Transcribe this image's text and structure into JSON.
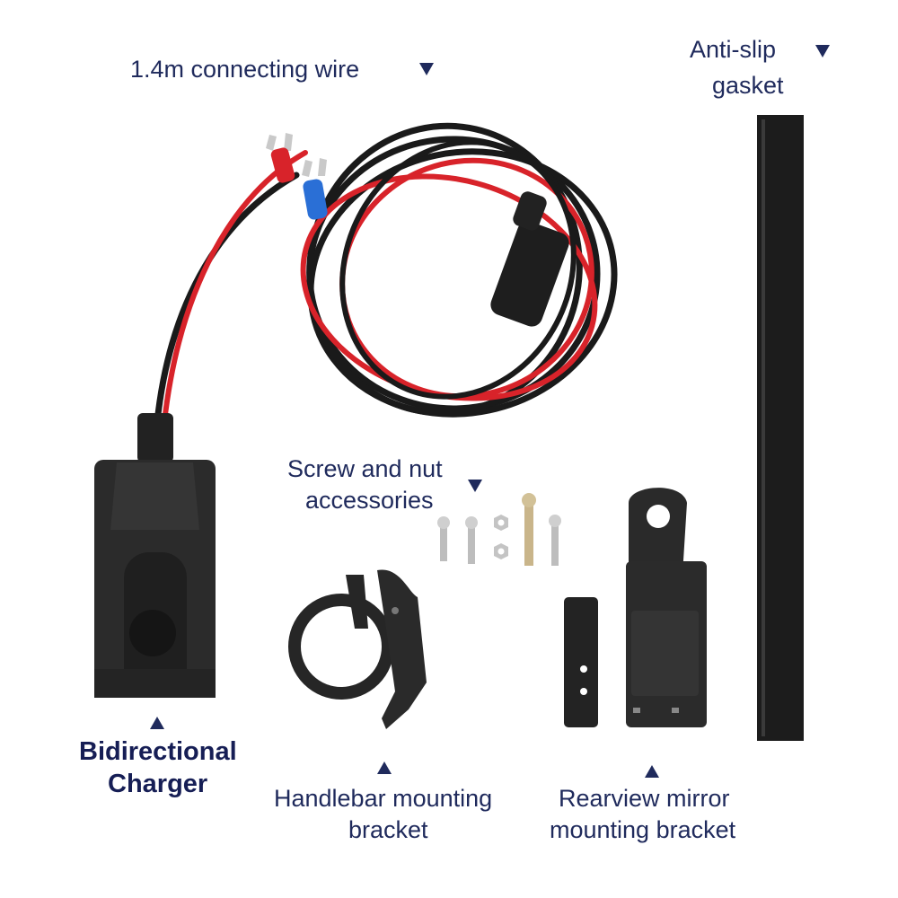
{
  "labels": {
    "wire": "1.4m connecting wire",
    "gasket_line1": "Anti-slip",
    "gasket_line2": "gasket",
    "screws_line1": "Screw and nut",
    "screws_line2": "accessories",
    "charger_line1": "Bidirectional",
    "charger_line2": "Charger",
    "handlebar_line1": "Handlebar mounting",
    "handlebar_line2": "bracket",
    "mirror_line1": "Rearview mirror",
    "mirror_line2": "mounting bracket"
  },
  "icons": [
    "down-triangle-icon",
    "up-triangle-icon"
  ],
  "colors": {
    "text": "#1f2a5c",
    "cable_black": "#1a1a1a",
    "cable_red": "#d8232a",
    "product_black": "#2a2a2a",
    "metal": "#b9b9b9"
  }
}
